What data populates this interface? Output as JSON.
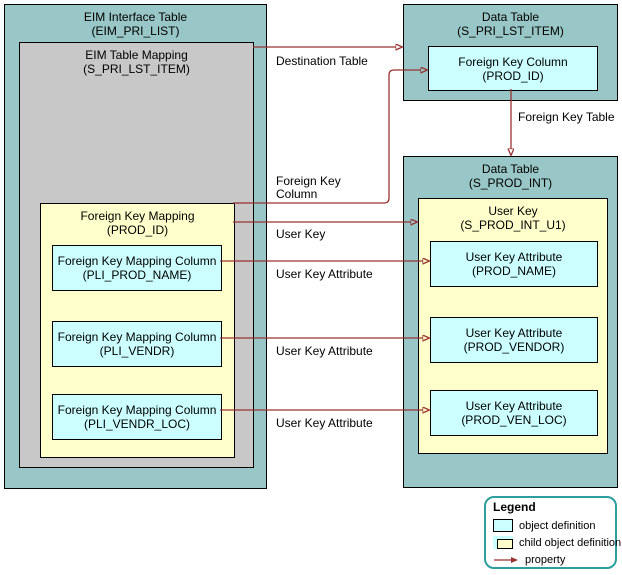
{
  "diagram": {
    "eim_interface_table": {
      "title": "EIM Interface Table",
      "subtitle": "(EIM_PRI_LIST)"
    },
    "eim_table_mapping": {
      "title": "EIM Table Mapping",
      "subtitle": "(S_PRI_LST_ITEM)"
    },
    "fk_mapping": {
      "title": "Foreign Key  Mapping",
      "subtitle": "(PROD_ID)"
    },
    "fk_mapping_columns": [
      {
        "title": "Foreign Key Mapping Column",
        "subtitle": "(PLI_PROD_NAME)"
      },
      {
        "title": "Foreign Key Mapping Column",
        "subtitle": "(PLI_VENDR)"
      },
      {
        "title": "Foreign Key Mapping Column",
        "subtitle": "(PLI_VENDR_LOC)"
      }
    ],
    "data_table_top": {
      "title": "Data Table",
      "subtitle": "(S_PRI_LST_ITEM)"
    },
    "fk_column": {
      "title": "Foreign Key Column",
      "subtitle": "(PROD_ID)"
    },
    "data_table_bottom": {
      "title": "Data Table",
      "subtitle": "(S_PROD_INT)"
    },
    "user_key": {
      "title": "User Key",
      "subtitle": "(S_PROD_INT_U1)"
    },
    "user_key_attributes": [
      {
        "title": "User Key Attribute",
        "subtitle": "(PROD_NAME)"
      },
      {
        "title": "User Key Attribute",
        "subtitle": "(PROD_VENDOR)"
      },
      {
        "title": "User Key Attribute",
        "subtitle": "(PROD_VEN_LOC)"
      }
    ],
    "arrow_labels": {
      "destination_table": "Destination Table",
      "foreign_key_column": "Foreign Key\nColumn",
      "foreign_key_table": "Foreign Key Table",
      "user_key": "User Key",
      "user_key_attribute_1": "User Key Attribute",
      "user_key_attribute_2": "User Key Attribute",
      "user_key_attribute_3": "User Key Attribute"
    }
  },
  "legend": {
    "title": "Legend",
    "items": [
      {
        "label": "object definition"
      },
      {
        "label": "child object definition"
      },
      {
        "label": "property"
      }
    ]
  },
  "colors": {
    "object_definition_fill": "#CCFFFF",
    "child_object_fill": "#FFFFCC",
    "table_fill": "#99C6C6",
    "mapping_fill": "#C8C8C8",
    "property_arrow": "#993333",
    "legend_border": "#2E9E9E"
  }
}
